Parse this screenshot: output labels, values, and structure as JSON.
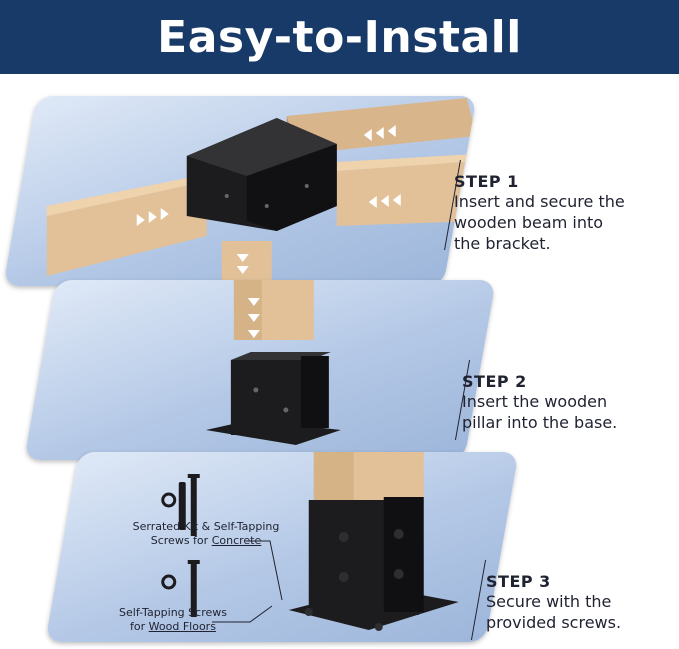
{
  "header": {
    "title": "Easy-to-Install",
    "background": "#173a68"
  },
  "steps": [
    {
      "title": "STEP 1",
      "lines": [
        "Insert and secure the",
        "wooden beam into",
        "the bracket."
      ]
    },
    {
      "title": "STEP 2",
      "lines": [
        "Insert the wooden",
        "pillar into the base."
      ]
    },
    {
      "title": "STEP 3",
      "lines": [
        "Secure with the",
        "provided screws."
      ]
    }
  ],
  "labels": {
    "concrete_line1": "Serrated Kit & Self-Tapping",
    "concrete_line2_prefix": "Screws for ",
    "concrete_line2_underlined": "Concrete",
    "wood_line1": "Self-Tapping Screws",
    "wood_line2_prefix": "for ",
    "wood_line2_underlined": "Wood Floors"
  },
  "colors": {
    "wood": "#e2c198",
    "wood_dark": "#c9a478",
    "metal": "#1c1c1e",
    "panel": "#b4c8e6"
  }
}
